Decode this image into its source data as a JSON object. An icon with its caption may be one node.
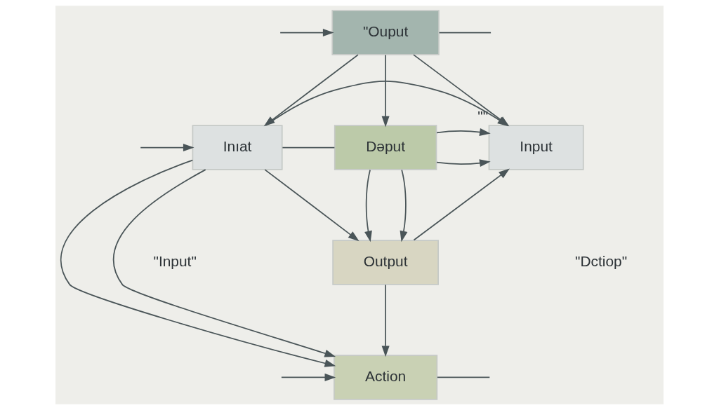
{
  "diagram": {
    "nodes": [
      {
        "text": [
          "\"Ouput"
        ]
      },
      {
        "text": [
          "Inıat"
        ]
      },
      {
        "text": [
          "Dəput"
        ]
      },
      {
        "text": [
          "Input"
        ],
        "beside": [
          "\"\""
        ]
      },
      {
        "text": [
          "Output"
        ]
      },
      {
        "text": [
          "Action"
        ]
      }
    ],
    "edges": [
      {
        "from": 0,
        "to": null,
        "arrow": "none"
      },
      {
        "from": null,
        "to": 0,
        "arrow": "to"
      },
      {
        "from": 0,
        "to": 1,
        "arrow": "to"
      },
      {
        "from": 0,
        "to": 2,
        "arrow": "to"
      },
      {
        "from": 0,
        "to": 3,
        "arrow": "to"
      },
      {
        "from": null,
        "to": 1,
        "arrow": "to"
      },
      {
        "from": 1,
        "to": 2,
        "arrow": "none"
      },
      {
        "from": 2,
        "to": 3,
        "arrow": "to"
      },
      {
        "from": 2,
        "to": 4,
        "arrow": "to"
      },
      {
        "from": 2,
        "to": 4,
        "arrow": "to"
      },
      {
        "from": 2,
        "to": 3,
        "arrow": "to"
      },
      {
        "from": 1,
        "to": 4,
        "arrow": "to"
      },
      {
        "from": 4,
        "to": 3,
        "arrow": "to"
      },
      {
        "from": 1,
        "to": 3,
        "arrow": "to"
      },
      {
        "from": 1,
        "to": 5,
        "arrow": "to"
      },
      {
        "from": 4,
        "to": 5,
        "arrow": "to"
      },
      {
        "from": 1,
        "to": 5,
        "arrow": "to"
      },
      {
        "from": 5,
        "to": null,
        "arrow": "none"
      },
      {
        "from": null,
        "to": 5,
        "arrow": "to"
      }
    ],
    "labels": [
      "\"Input\"",
      "\"Dctiop\""
    ]
  }
}
